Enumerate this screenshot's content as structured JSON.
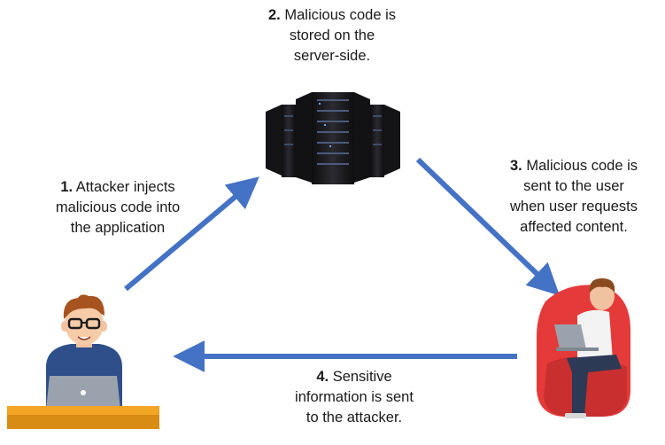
{
  "steps": [
    {
      "id": "step1",
      "number": "1.",
      "lines": [
        "Attacker injects",
        "malicious code into",
        "the application"
      ]
    },
    {
      "id": "step2",
      "number": "2.",
      "lines": [
        "Malicious code is",
        "stored on the",
        "server-side."
      ]
    },
    {
      "id": "step3",
      "number": "3.",
      "lines": [
        "Malicious code is",
        "sent to the user",
        "when user requests",
        "affected content."
      ]
    },
    {
      "id": "step4",
      "number": "4.",
      "lines": [
        "Sensitive",
        "information is sent",
        "to the attacker."
      ]
    }
  ],
  "colors": {
    "arrow": "#4472c4",
    "server_body": "#1c1c1f",
    "desk": "#f2a623",
    "chair": "#e53a3a",
    "attacker_shirt": "#2f4f8a",
    "laptop": "#9aa3ad"
  },
  "icons": [
    "server-rack-icon",
    "attacker-icon",
    "user-icon",
    "arrow-icon"
  ]
}
